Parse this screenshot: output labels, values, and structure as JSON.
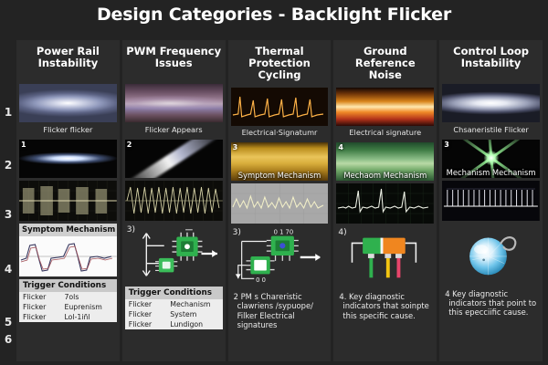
{
  "title": "Design Categories - Backlight Flicker",
  "row_numbers": [
    "1",
    "2",
    "3",
    "4",
    "5",
    "6"
  ],
  "columns": [
    {
      "header": "Power Rail Instability",
      "row1": {
        "caption": "Flicker flicker",
        "style": "g-blue",
        "badge": ""
      },
      "row2": {
        "caption": "",
        "style": "g-black",
        "badge": "1",
        "effect": "flare-h"
      },
      "row3": {
        "scope": "burst"
      },
      "row4": {
        "type": "card",
        "card_title": "Symptom Mechanism",
        "step": ""
      },
      "table": {
        "header": "Trigger Conditions",
        "rows": [
          [
            "Flicker",
            "7ols"
          ],
          [
            "Flicker",
            "Euprenism"
          ],
          [
            "Flicker",
            "Lol-1iñl"
          ]
        ]
      },
      "note": ""
    },
    {
      "header": "PWM Frequency Issues",
      "row1": {
        "caption": "Flicker Appears",
        "style": "g-pwm",
        "badge": ""
      },
      "row2": {
        "caption": "",
        "style": "g-black",
        "badge": "2",
        "effect": "flare-d"
      },
      "row3": {
        "scope": "zigzag"
      },
      "row4": {
        "type": "circuit-a",
        "step": "3)"
      },
      "table": {
        "header": "Trigger Conditions",
        "rows": [
          [
            "Flicker",
            "Mechanism"
          ],
          [
            "Flicker",
            "System"
          ],
          [
            "Flicker",
            "Lundigon"
          ]
        ]
      },
      "note": ""
    },
    {
      "header": "Thermal Protection Cycling",
      "row1": {
        "caption": "Electrical·Signatumr",
        "style": "g-black",
        "badge": "",
        "effect": "spikes"
      },
      "row2": {
        "caption": "Symptom Mechanism",
        "style": "g-gold",
        "badge": "3"
      },
      "row3": {
        "scope": "ripple-light"
      },
      "row4": {
        "type": "circuit-b",
        "step": "3)",
        "chip_top": "0 1 70",
        "chip_bottom": "0 0"
      },
      "table": null,
      "note": "2 PM s Chareristic clawriens /sypuope/ Filker Electrical signatures"
    },
    {
      "header": "Ground Reference Noise",
      "row1": {
        "caption": "Electrical signature",
        "style": "g-orange",
        "badge": ""
      },
      "row2": {
        "caption": "Mechaom Mechanism",
        "style": "g-green",
        "badge": "4"
      },
      "row3": {
        "scope": "spiky"
      },
      "row4": {
        "type": "blocks",
        "step": "4)"
      },
      "table": null,
      "note": "4. Key diagnostic indicators that soinpte this specific cause."
    },
    {
      "header": "Control Loop Instability",
      "row1": {
        "caption": "Chsaneristile Flicker",
        "style": "g-white",
        "badge": ""
      },
      "row2": {
        "caption": "Mechanism Mechanism",
        "style": "g-black",
        "badge": "3",
        "effect": "starburst"
      },
      "row3": {
        "scope": "comb"
      },
      "row4": {
        "type": "globe",
        "step": ""
      },
      "table": null,
      "note": "4 Key diagnostic indicators that point to this epecciific cause."
    }
  ],
  "colors": {
    "background": "#232323",
    "panel": "#2c2c2c",
    "text": "#ffffff",
    "accent_green": "#35b24a",
    "accent_orange": "#f08a28",
    "accent_blue": "#7ec8ec"
  }
}
